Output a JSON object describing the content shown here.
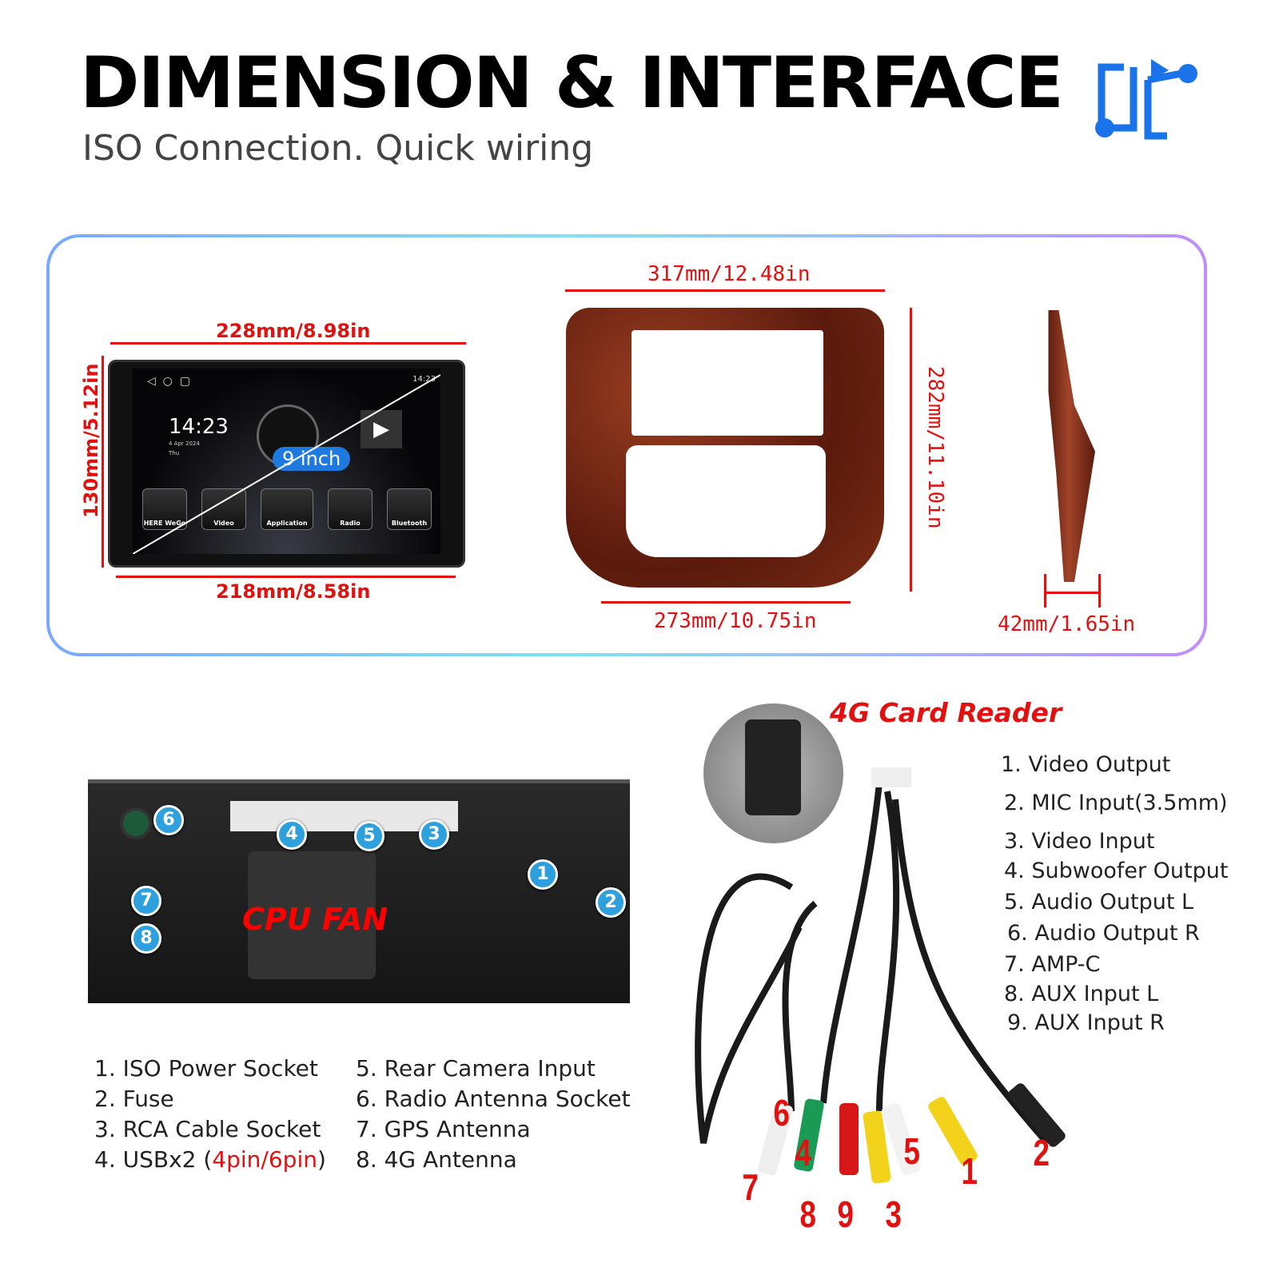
{
  "header": {
    "title": "DIMENSION & INTERFACE",
    "subtitle": "ISO Connection. Quick wiring",
    "logo_icon": "interface-connection-icon",
    "accent": "#1a73e8"
  },
  "dimensions": {
    "unit_top": "228mm/8.98in",
    "unit_bottom": "218mm/8.58in",
    "unit_height": "130mm/5.12in",
    "frame_top": "317mm/12.48in",
    "frame_bottom": "273mm/10.75in",
    "frame_height": "282mm/11.10in",
    "depth": "42mm/1.65in",
    "color": "#e31010"
  },
  "screen": {
    "time": "14:23",
    "date": "4 Apr 2024",
    "day": "Thu",
    "status_time": "14:23",
    "size_badge": "9 inch",
    "apps": [
      "HERE WeGo",
      "Video",
      "Application",
      "Radio",
      "Bluetooth"
    ]
  },
  "back_panel": {
    "fan_label": "CPU FAN",
    "markers": [
      "1",
      "2",
      "3",
      "4",
      "5",
      "6",
      "7",
      "8"
    ]
  },
  "back_list": {
    "col1": [
      "1. ISO Power Socket",
      "2. Fuse",
      "3. RCA Cable Socket"
    ],
    "item4_prefix": "4. USBx2 (",
    "item4_highlight": "4pin/6pin",
    "item4_suffix": ")",
    "col2": [
      "5. Rear Camera Input",
      "6. Radio Antenna Socket",
      "7. GPS Antenna",
      "8. 4G Antenna"
    ]
  },
  "cable": {
    "card_reader_label": "4G Card Reader",
    "list": [
      "1. Video Output",
      "2. MIC Input(3.5mm)",
      "3. Video Input",
      "4. Subwoofer Output",
      "5. Audio Output L",
      "6. Audio Output  R",
      "7. AMP-C",
      "8. AUX Input L",
      "9. AUX Input R"
    ],
    "plug_numbers": [
      "6",
      "4",
      "5",
      "1",
      "2",
      "7",
      "8",
      "9",
      "3"
    ]
  }
}
